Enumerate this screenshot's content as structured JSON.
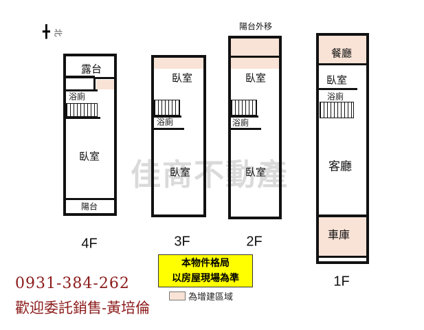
{
  "compass": {
    "symbol": "╋",
    "direction": "北"
  },
  "watermark": "佳商不動產",
  "floors": {
    "f4": {
      "label": "4F",
      "rooms": [
        "露台",
        "浴廁",
        "臥室",
        "陽台"
      ]
    },
    "f3": {
      "label": "3F",
      "rooms": [
        "臥室",
        "浴廁",
        "臥室"
      ]
    },
    "f2": {
      "label": "2F",
      "note": "陽台外移",
      "rooms": [
        "臥室",
        "浴廁",
        "臥室"
      ]
    },
    "f1": {
      "label": "1F",
      "rooms": [
        "餐廳",
        "臥室",
        "浴廁",
        "客廳",
        "車庫"
      ]
    }
  },
  "notice": {
    "line1": "本物件格局",
    "line2": "以房屋現場為準"
  },
  "legend": {
    "text": "為增建區域",
    "color": "#f9e3d6"
  },
  "contact": {
    "phone": "0931-384-262",
    "text": "歡迎委託銷售-黃培倫",
    "color": "#8b1a1a"
  }
}
